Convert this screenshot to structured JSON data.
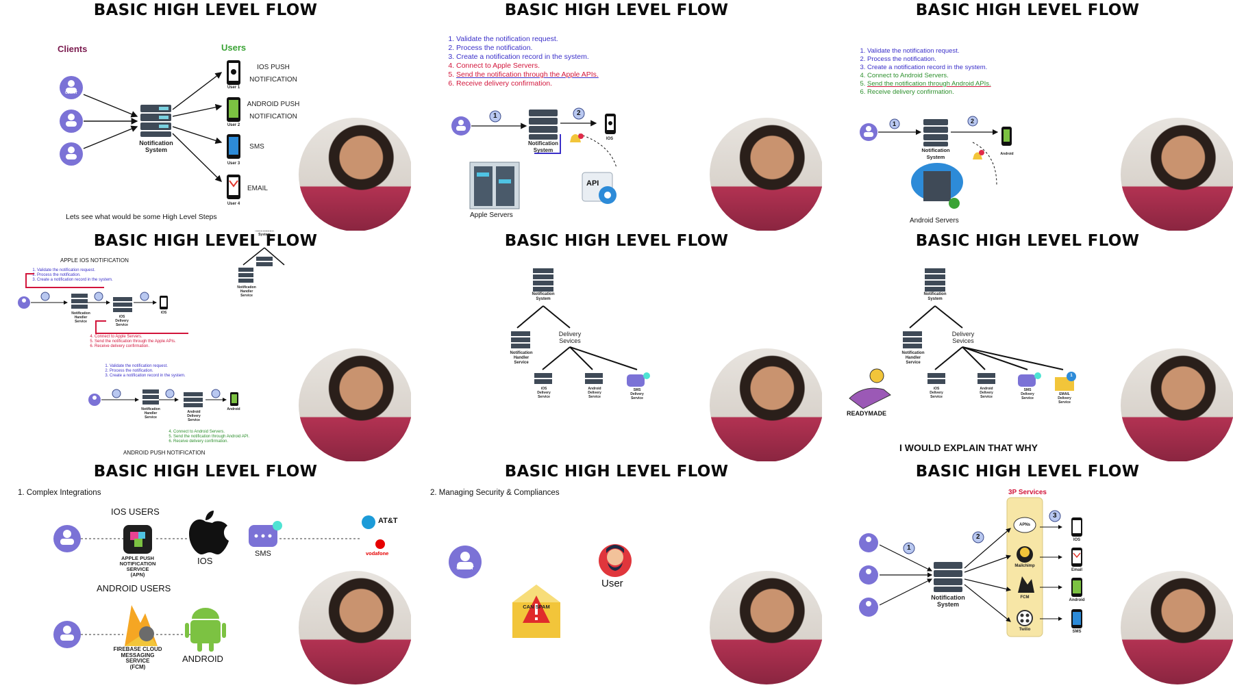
{
  "panel_title": "BASIC HIGH LEVEL FLOW",
  "colors": {
    "client": "#7b72d6",
    "server": "#3f4a57",
    "blue_text": "#3a2fc9",
    "red_text": "#d2143a",
    "green_text": "#2c8f2c",
    "highlight": "#f7e6a6"
  },
  "icons": [
    "client-icon",
    "server-icon",
    "phone-icon",
    "apple-icon",
    "android-icon",
    "sms-icon",
    "gmail-icon",
    "api-gear-icon",
    "cloud-server-icon",
    "bell-icon",
    "bulb-hand-icon",
    "firebase-icon",
    "att-logo",
    "vodafone-logo",
    "warning-envelope-icon",
    "user-avatar-icon",
    "apns-cloud-icon",
    "mailchimp-icon",
    "twilio-icon",
    "video-presenter"
  ],
  "p1": {
    "clients": "Clients",
    "users": "Users",
    "client_tag": "CLIENT",
    "system": "Notification\nSystem",
    "user_labels": [
      "User 1",
      "User 2",
      "User 3",
      "User 4"
    ],
    "channels": [
      "IOS PUSH\nNOTIFICATION",
      "ANDROID PUSH\nNOTIFICATION",
      "SMS",
      "EMAIL"
    ],
    "caption": "Lets see what would be some High Level Steps"
  },
  "steps_ios": [
    "Validate the notification request.",
    "Process the notification.",
    "Create a notification record in the system.",
    "Connect to Apple Servers.",
    "Send the notification through the Apple APIs.",
    "Receive delivery confirmation."
  ],
  "steps_android": [
    "Validate the notification request.",
    "Process the notification.",
    "Create a notification record in the system.",
    "Connect to Android Servers.",
    "Send the notification through Android APIs.",
    "Receive delivery confirmation."
  ],
  "steps_android_short": [
    "Connect to Android Servers.",
    "Send the notification through Android API.",
    "Receive delivery confirmation."
  ],
  "p2": {
    "system": "Notification\nSystem",
    "ios": "IOS",
    "api": "API",
    "servers": "Apple Servers",
    "n1": "1",
    "n2": "2"
  },
  "p3": {
    "system": "Notification\nSystem",
    "android": "Android",
    "servers": "Android Servers",
    "n1": "1",
    "n2": "2"
  },
  "p4": {
    "apple_title": "APPLE IOS NOTIFICATION",
    "android_title": "ANDROID PUSH NOTIFICATION",
    "handler": "Notification\nHandler\nService",
    "ios_delivery": "iOS\nDelivery\nService",
    "android_delivery": "Android\nDelivery\nService",
    "system": "Notification\nSystem",
    "ios": "iOS",
    "android": "Android",
    "n": [
      "1",
      "2",
      "3"
    ]
  },
  "p5": {
    "system": "Notification\nSystem",
    "handler": "Notification\nHandler\nService",
    "delivery": "Delivery\nSevices",
    "ios_delivery": "iOS\nDelivery\nService",
    "android_delivery": "Android\nDelivery\nService",
    "sms_delivery": "SMS\nDelivery\nService"
  },
  "p6": {
    "system": "Notification\nSystem",
    "handler": "Notification\nHandler\nService",
    "delivery": "Delivery\nSevices",
    "ios_delivery": "iOS\nDelivery\nService",
    "android_delivery": "Android\nDelivery\nService",
    "sms_delivery": "SMS\nDelivery\nService",
    "email_delivery": "EMAIL\nDelivery\nService",
    "readymade": "READYMADE",
    "caption": "I WOULD EXPLAIN THAT WHY",
    "badge": "1"
  },
  "p7": {
    "heading": "1. Complex Integrations",
    "ios_users": "IOS USERS",
    "android_users": "ANDROID USERS",
    "apn": "APPLE PUSH\nNOTIFICATION\nSERVICE\n(APN)",
    "ios": "IOS",
    "sms": "SMS",
    "att": "AT&T",
    "vodafone": "vodafone",
    "fcm": "FIREBASE CLOUD\nMESSAGING\nSERVICE\n(FCM)",
    "android": "ANDROID"
  },
  "p8": {
    "heading": "2. Managing Security & Compliances",
    "user": "User",
    "can_spam": "CAN SPAM"
  },
  "p9": {
    "services": "3P Services",
    "system": "Notification\nSystem",
    "apns": "APNs",
    "mailchimp": "Mailchimp",
    "fcm": "FCM",
    "twilio": "Twilio",
    "targets": [
      "IOS",
      "Email",
      "Android",
      "SMS"
    ],
    "n": [
      "1",
      "2",
      "3"
    ]
  }
}
